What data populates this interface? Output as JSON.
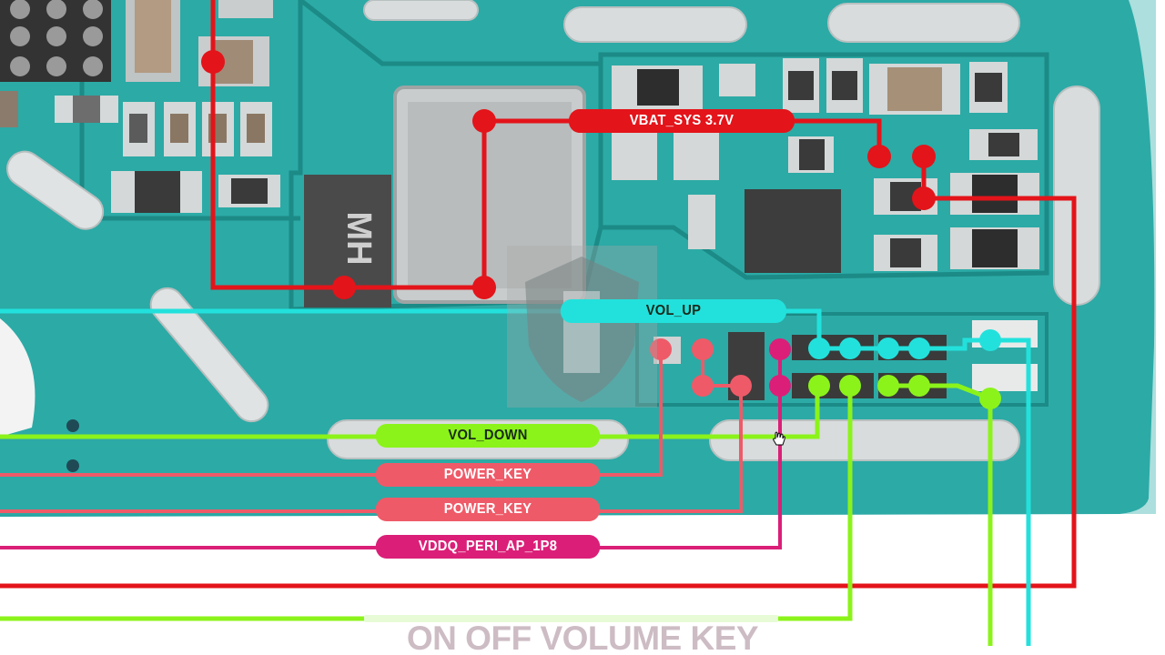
{
  "title": "ON OFF VOLUME KEY",
  "labels": {
    "vbat": "VBAT_SYS 3.7V",
    "vol_up": "VOL_UP",
    "vol_down": "VOL_DOWN",
    "power_key_1": "POWER_KEY",
    "power_key_2": "POWER_KEY",
    "vddq": "VDDQ_PERI_AP_1P8"
  },
  "component_markings": {
    "inductor": "MH"
  },
  "colors": {
    "vbat": "#e3141a",
    "vol_up": "#22e1dc",
    "vol_down": "#8bf31a",
    "power_key": "#ef5a68",
    "vddq": "#db1f78",
    "pcb": "#2aa7a4"
  }
}
